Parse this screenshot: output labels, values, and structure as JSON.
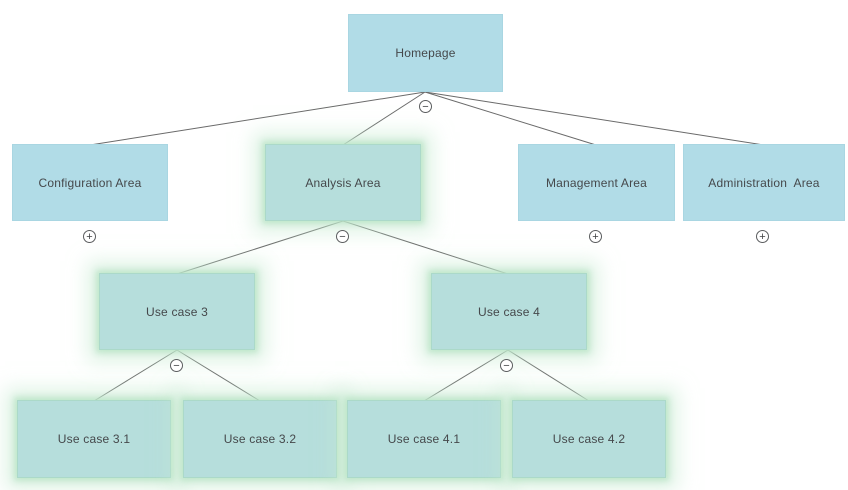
{
  "diagram": {
    "type": "sitemap-tree",
    "nodes": {
      "homepage": {
        "label": "Homepage",
        "level": 0,
        "highlighted": false
      },
      "configuration": {
        "label": "Configuration Area",
        "level": 1,
        "highlighted": false
      },
      "analysis": {
        "label": "Analysis Area",
        "level": 1,
        "highlighted": true
      },
      "management": {
        "label": "Management Area",
        "level": 1,
        "highlighted": false
      },
      "administration": {
        "label": "Administration  Area",
        "level": 1,
        "highlighted": false
      },
      "usecase3": {
        "label": "Use case 3",
        "level": 2,
        "highlighted": true
      },
      "usecase4": {
        "label": "Use case 4",
        "level": 2,
        "highlighted": true
      },
      "usecase31": {
        "label": "Use case 3.1",
        "level": 3,
        "highlighted": true
      },
      "usecase32": {
        "label": "Use case 3.2",
        "level": 3,
        "highlighted": true
      },
      "usecase41": {
        "label": "Use case 4.1",
        "level": 3,
        "highlighted": true
      },
      "usecase42": {
        "label": "Use case 4.2",
        "level": 3,
        "highlighted": true
      }
    },
    "edges": [
      [
        "homepage",
        "configuration"
      ],
      [
        "homepage",
        "analysis"
      ],
      [
        "homepage",
        "management"
      ],
      [
        "homepage",
        "administration"
      ],
      [
        "analysis",
        "usecase3"
      ],
      [
        "analysis",
        "usecase4"
      ],
      [
        "usecase3",
        "usecase31"
      ],
      [
        "usecase3",
        "usecase32"
      ],
      [
        "usecase4",
        "usecase41"
      ],
      [
        "usecase4",
        "usecase42"
      ]
    ],
    "toggles": {
      "homepage": {
        "state": "expanded",
        "glyph": "−"
      },
      "configuration": {
        "state": "collapsed",
        "glyph": "+"
      },
      "analysis": {
        "state": "expanded",
        "glyph": "−"
      },
      "management": {
        "state": "collapsed",
        "glyph": "+"
      },
      "administration": {
        "state": "collapsed",
        "glyph": "+"
      },
      "usecase3": {
        "state": "expanded",
        "glyph": "−"
      },
      "usecase4": {
        "state": "expanded",
        "glyph": "−"
      }
    },
    "colors": {
      "node_fill": "#b1dce7",
      "highlight_fill": "#b6dedc",
      "highlight_glow": "#c6ead2",
      "connector": "#6a6a6a",
      "text": "#45484b",
      "background": "#ffffff"
    }
  }
}
